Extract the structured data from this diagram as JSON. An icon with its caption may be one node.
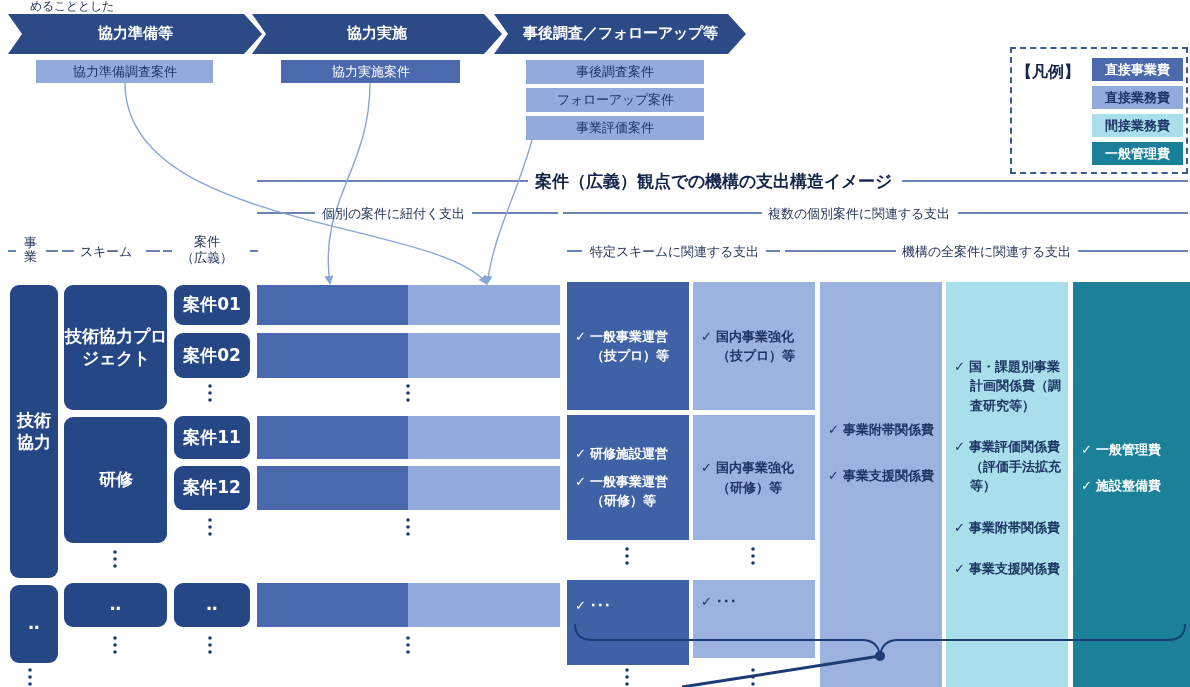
{
  "diagram": {
    "title": "案件（広義）観点での機構の支出構造イメージ",
    "nodes": [
      {
        "text": [
          "協力準備等"
        ]
      },
      {
        "text": [
          "協力実施"
        ]
      },
      {
        "text": [
          "事後調査／フォローアップ等"
        ]
      },
      {
        "text": [
          "協力準備調査案件"
        ]
      },
      {
        "text": [
          "協力実施案件"
        ]
      },
      {
        "text": [
          "事後調査案件"
        ]
      },
      {
        "text": [
          "フォローアップ案件"
        ]
      },
      {
        "text": [
          "事業評価案件"
        ]
      },
      {
        "text": [
          "技術協力"
        ]
      },
      {
        "text": [
          "技術協力プロジェクト"
        ]
      },
      {
        "text": [
          "案件01"
        ]
      },
      {
        "text": [],
        "shape": "bar"
      },
      {
        "text": [],
        "shape": "bar"
      },
      {
        "text": [
          "案件02"
        ]
      },
      {
        "text": [],
        "shape": "bar"
      },
      {
        "text": [],
        "shape": "bar"
      },
      {
        "text": [
          "研修"
        ]
      },
      {
        "text": [
          "案件11"
        ]
      },
      {
        "text": [],
        "shape": "bar"
      },
      {
        "text": [],
        "shape": "bar"
      },
      {
        "text": [
          "案件12"
        ]
      },
      {
        "text": [],
        "shape": "bar"
      },
      {
        "text": [],
        "shape": "bar"
      },
      {
        "text": [
          "‥"
        ]
      },
      {
        "text": [
          "‥"
        ]
      },
      {
        "text": [
          "‥"
        ]
      },
      {
        "text": [],
        "shape": "bar"
      },
      {
        "text": [],
        "shape": "bar"
      },
      {
        "text": [
          "✓ 一般事業運営（技プロ）等"
        ]
      },
      {
        "text": [
          "✓ 国内事業強化（技プロ）等"
        ]
      },
      {
        "text": [
          "✓ 研修施設運営",
          "✓ 一般事業運営（研修）等"
        ]
      },
      {
        "text": [
          "✓ 国内事業強化（研修）等"
        ]
      },
      {
        "text": [
          "✓ ･･･"
        ]
      },
      {
        "text": [
          "✓ ･･･"
        ]
      },
      {
        "text": [
          "✓ 事業附帯関係費",
          "✓ 事業支援関係費"
        ]
      },
      {
        "text": [
          "✓ 国・課題別事業計画関係費（調査研究等）",
          "✓ 事業評価関係費（評価手法拡充等）",
          "✓ 事業附帯関係費",
          "✓ 事業支援関係費"
        ]
      },
      {
        "text": [
          "✓ 一般管理費",
          "✓ 施設整備費"
        ]
      }
    ],
    "edges": [
      {
        "from": 3,
        "to": 12,
        "arrow": "to"
      },
      {
        "from": 4,
        "to": 11,
        "arrow": "to"
      },
      {
        "from": 7,
        "to": 12,
        "arrow": "to"
      }
    ],
    "labels": [
      "めることとした",
      "【凡例】",
      "個別の案件に紐付く支出",
      "複数の個別案件に関連する支出",
      "事業",
      "スキーム",
      "案件（広義）",
      "特定スキームに関連する支出",
      "機構の全案件に関連する支出"
    ],
    "legend": [
      {
        "text": "直接事業費",
        "color": "#4a6aad"
      },
      {
        "text": "直接業務費",
        "color": "#93aadc"
      },
      {
        "text": "間接業務費",
        "color": "#a9dfea"
      },
      {
        "text": "一般管理費",
        "color": "#1a7f99"
      }
    ]
  }
}
